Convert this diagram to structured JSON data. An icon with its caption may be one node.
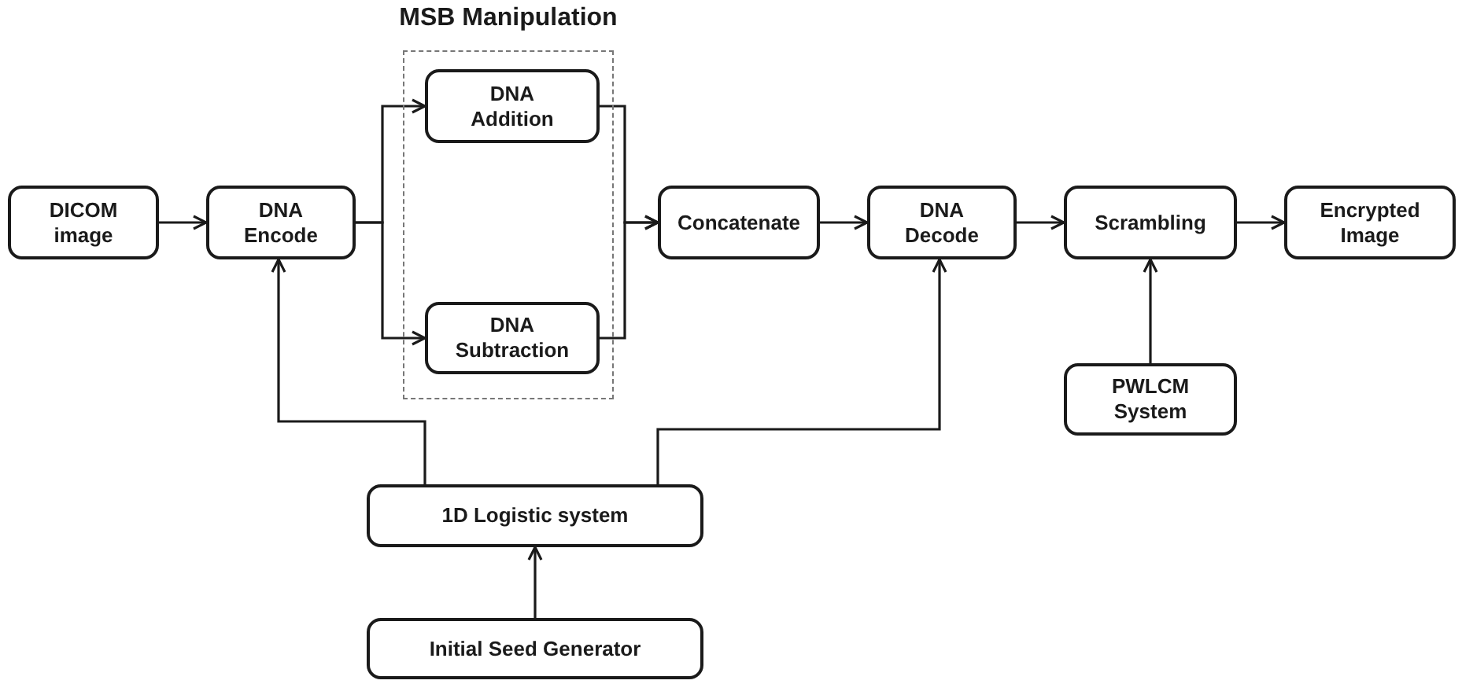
{
  "diagram": {
    "nodes": [
      {
        "text": [
          "DICOM image"
        ]
      },
      {
        "text": [
          "DNA Encode"
        ]
      },
      {
        "text": [
          "MSB Manipulation"
        ]
      },
      {
        "text": [
          "DNA Addition"
        ],
        "in": 2
      },
      {
        "text": [
          "DNA Subtraction"
        ],
        "in": 2
      },
      {
        "text": [
          "Concatenate"
        ]
      },
      {
        "text": [
          "DNA Decode"
        ]
      },
      {
        "text": [
          "Scrambling"
        ]
      },
      {
        "text": [
          "Encrypted Image"
        ]
      },
      {
        "text": [
          "PWLCM System"
        ]
      },
      {
        "text": [
          "1D Logistic system"
        ]
      },
      {
        "text": [
          "Initial Seed Generator"
        ]
      }
    ],
    "edges": [
      {
        "from": 0,
        "to": 1,
        "arrow": "to"
      },
      {
        "from": 1,
        "to": 3,
        "arrow": "to"
      },
      {
        "from": 1,
        "to": 4,
        "arrow": "to"
      },
      {
        "from": 3,
        "to": 5,
        "arrow": "to"
      },
      {
        "from": 4,
        "to": 5,
        "arrow": "to"
      },
      {
        "from": 5,
        "to": 6,
        "arrow": "to"
      },
      {
        "from": 6,
        "to": 7,
        "arrow": "to"
      },
      {
        "from": 7,
        "to": 8,
        "arrow": "to"
      },
      {
        "from": 9,
        "to": 7,
        "arrow": "to"
      },
      {
        "from": 10,
        "to": 1,
        "arrow": "to"
      },
      {
        "from": 10,
        "to": 6,
        "arrow": "to"
      },
      {
        "from": 11,
        "to": 10,
        "arrow": "to"
      }
    ]
  }
}
